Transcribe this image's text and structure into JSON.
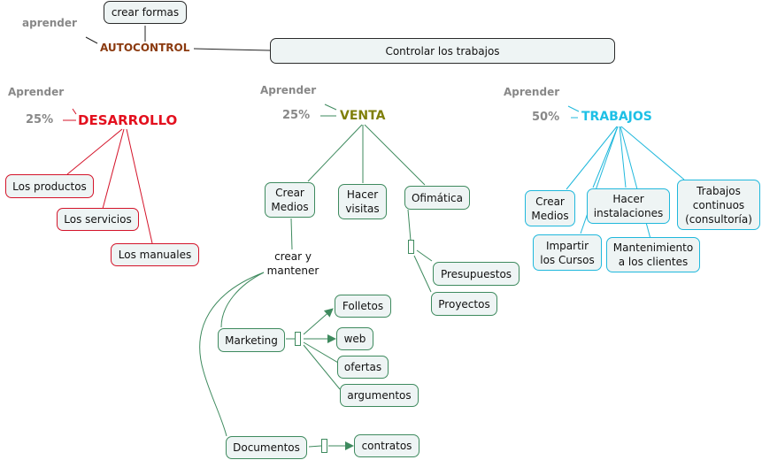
{
  "colors": {
    "autocontrol": "#8b3a0f",
    "desarrollo": "#e3101e",
    "venta": "#7f7f0a",
    "trabajos": "#1ec0e6",
    "label_gray": "#888888"
  },
  "autocontrol": {
    "title": "AUTOCONTROL",
    "label": "aprender",
    "children": [
      "crear formas",
      "Controlar los trabajos"
    ]
  },
  "desarrollo": {
    "title": "DESARROLLO",
    "label": "Aprender",
    "percent": "25%",
    "children": [
      "Los productos",
      "Los servicios",
      "Los manuales"
    ]
  },
  "venta": {
    "title": "VENTA",
    "label": "Aprender",
    "percent": "25%",
    "children": [
      "Crear\nMedios",
      "Hacer\nvisitas",
      "Ofimática"
    ],
    "crear_medios_link": "crear y\nmantener",
    "crear_medios_children": [
      "Marketing",
      "Documentos"
    ],
    "marketing_children": [
      "Folletos",
      "web",
      "ofertas",
      "argumentos"
    ],
    "documentos_children": [
      "contratos"
    ],
    "ofimatica_children": [
      "Presupuestos",
      "Proyectos"
    ]
  },
  "trabajos": {
    "title": "TRABAJOS",
    "label": "Aprender",
    "percent": "50%",
    "children": [
      "Crear\nMedios",
      "Hacer\ninstalaciones",
      "Trabajos\ncontinuos\n(consultoría)",
      "Impartir\nlos Cursos",
      "Mantenimiento\na los clientes"
    ]
  }
}
